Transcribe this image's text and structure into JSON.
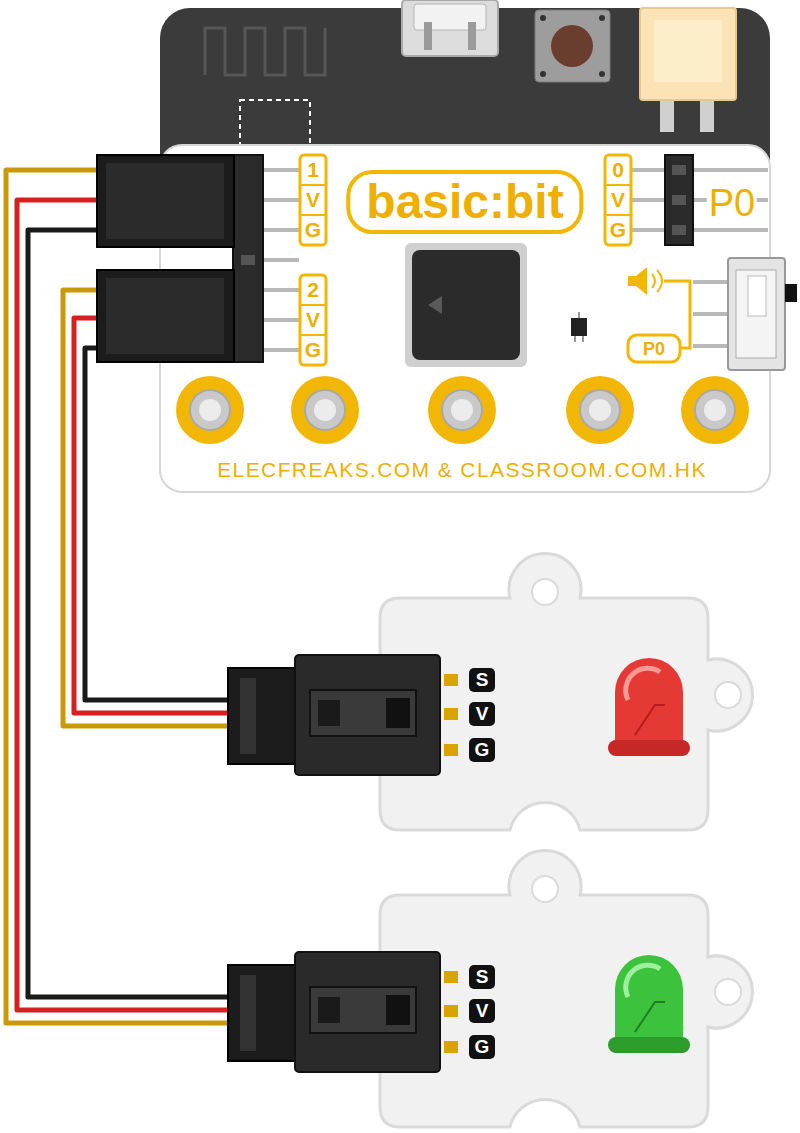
{
  "diagram": {
    "nodes": [
      {
        "text": [
          "basic:bit",
          "ELECFREAKS.COM & CLASSROOM.COM.HK"
        ]
      },
      {
        "text": [
          "S",
          "V",
          "G"
        ]
      },
      {
        "text": [
          "S",
          "V",
          "G"
        ]
      }
    ],
    "edges": [
      {
        "from": 0,
        "to": 1,
        "arrow": "none"
      },
      {
        "from": 0,
        "to": 2,
        "arrow": "none"
      }
    ],
    "labels": [
      "1",
      "V",
      "G",
      "2",
      "V",
      "G",
      "0",
      "V",
      "G",
      "P0",
      "P0"
    ]
  }
}
